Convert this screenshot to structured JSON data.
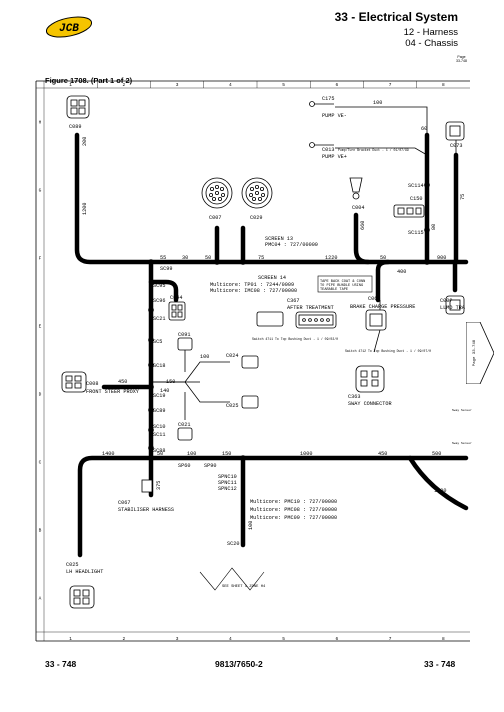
{
  "header": {
    "title": "33 - Electrical System",
    "subtitle_1": "12 - Harness",
    "subtitle_2": "04 - Chassis",
    "logo": "JCB",
    "page_ref_1": "Page",
    "page_ref_2": "33-748"
  },
  "figure": {
    "title": "Figure 1708. (Part 1 of 2)"
  },
  "grid": {
    "columns": [
      "1",
      "2",
      "3",
      "4",
      "5",
      "6",
      "7",
      "8"
    ],
    "rows": [
      "H",
      "G",
      "F",
      "E",
      "D",
      "C",
      "B",
      "A"
    ]
  },
  "connectors": {
    "c089": "C089",
    "c007": "C007",
    "c029": "C029",
    "c004": "C004",
    "c150": "C150",
    "c073": "C073",
    "c175": "C175",
    "c175_desc": "PUMP VE-",
    "c013": "C013",
    "c013_desc": "PUMP VE+",
    "c044": "C044",
    "c367": "C367",
    "c367_desc": "AFTER TREATMENT",
    "c068": "C068",
    "c068_desc": "BRAKE CHARGE PRESSURE",
    "c00x": "C00?",
    "c00x_desc": "LLMO TRA",
    "c008": "C008",
    "c008_desc": "FRONT STEER PROXY",
    "c091": "C091",
    "c021": "C021",
    "c024": "C024",
    "c025": "C025",
    "c363": "C363",
    "c363_desc": "SWAY CONNECTOR",
    "c067": "C067",
    "c067_desc": "STABILISER HARNESS",
    "c025b": "C025",
    "c025b_desc": "LH HEADLIGHT"
  },
  "splices": {
    "sc114": "SC114",
    "sc115": "SC115",
    "sc99": "SC99",
    "sc95": "SC95",
    "sc96": "SC96",
    "sc21": "SC21",
    "sc5": "SC5",
    "sc18": "SC18",
    "sc19": "SC19",
    "sc89": "SC89",
    "sc10": "SC10",
    "sc11": "SC11",
    "sc88": "SC88",
    "sp60": "SP60",
    "sp90": "SP90",
    "spnc10": "SPNC10",
    "spnc11": "SPNC11",
    "spnc12": "SPNC12",
    "sc20": "SC20"
  },
  "notes": {
    "screen13": "SCREEN 13",
    "screen13_pmc": "PMC04 : 727/00000",
    "screen14": "SCREEN 14",
    "multicore_tp": "Multicore: TP01 : 7244/0009",
    "multicore_imc": "Multicore: IMC08 : 727/00000",
    "tape_note_1": "TAPE BACK COAT & CONN",
    "tape_note_2": "TO PIPE BUNDLE USING",
    "tape_note_3": "TEARABLE TAPE",
    "mc_pmc10": "Multicore: PMC10 : 727/00000",
    "mc_pmc08": "Multicore: PMC08 : 727/00000",
    "mc_pmc09": "Multicore: PMC09 : 727/00000",
    "see_sheet": "SEE SHEET 1 ZONE H4",
    "c013_tiny": "Pump/Turn Bracket Duct - 1 / 01/07/99",
    "c367_tiny": "Switch 4711 To Top Bushing Duct - 1 / 09/02/0",
    "c068_tiny": "Switch 4712 To Top Bushing Duct - 1 / 09/07/0",
    "side_1": "Sway Sensor",
    "side_2": "Sway Sensor"
  },
  "lengths": {
    "l100": "100",
    "l60": "60",
    "l200": "200",
    "l1200": "1200",
    "l55": "55",
    "l30": "30",
    "l50": "50",
    "l75": "75",
    "l1220": "1220",
    "l50b": "50",
    "l900": "900",
    "l400": "400",
    "l450": "450",
    "l150": "150",
    "l140": "140",
    "l1400": "1400",
    "l50c": "50",
    "l100b": "100",
    "l150b": "150",
    "l1000": "1000",
    "l450b": "450",
    "l500": "500",
    "l375": "375",
    "l100c": "100",
    "l1100": "1100",
    "l100d": "100",
    "l660": "660",
    "l80": "80",
    "l75b": "75"
  },
  "footer": {
    "left": "33 - 748",
    "center": "9813/7650-2",
    "right": "33 - 748"
  },
  "side_tab": {
    "label": "Page 33-748"
  }
}
